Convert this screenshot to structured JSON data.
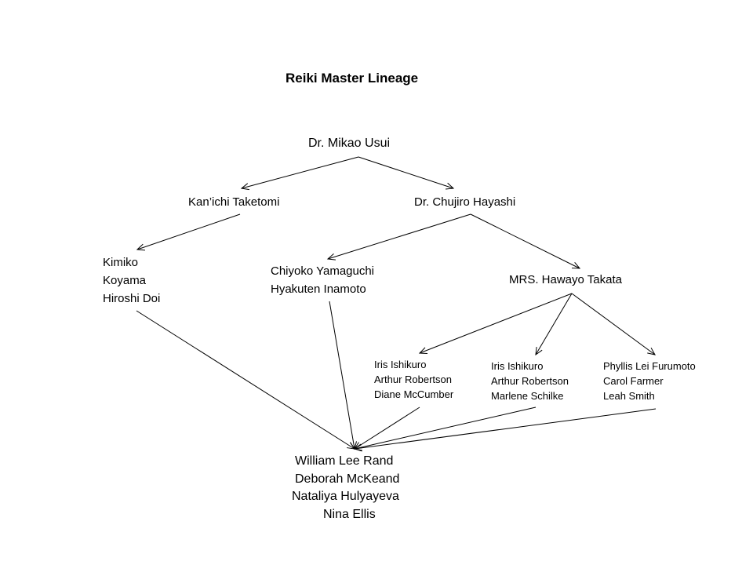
{
  "title": "Reiki Master Lineage",
  "nodes": {
    "usui": [
      "Dr. Mikao Usui"
    ],
    "taketomi": [
      "Kan’ichi Taketomi"
    ],
    "hayashi": [
      "Dr. Chujiro Hayashi"
    ],
    "koyama_group": [
      "Kimiko",
      "Koyama",
      "Hiroshi Doi"
    ],
    "yamaguchi_group": [
      "Chiyoko Yamaguchi",
      "Hyakuten Inamoto"
    ],
    "takata": [
      "MRS. Hawayo Takata"
    ],
    "group_a": [
      "Iris Ishikuro",
      "Arthur  Robertson",
      "Diane McCumber"
    ],
    "group_b": [
      "Iris Ishikuro",
      "Arthur  Robertson",
      "Marlene Schilke"
    ],
    "group_c": [
      "Phyllis Lei Furumoto",
      "Carol Farmer",
      "Leah Smith"
    ],
    "bottom": [
      "William Lee Rand",
      "Deborah McKeand",
      "Nataliya Hulyayeva",
      "Nina Ellis"
    ]
  },
  "edges": [
    {
      "from": "usui",
      "to": "taketomi"
    },
    {
      "from": "usui",
      "to": "hayashi"
    },
    {
      "from": "taketomi",
      "to": "koyama_group"
    },
    {
      "from": "hayashi",
      "to": "yamaguchi_group"
    },
    {
      "from": "hayashi",
      "to": "takata"
    },
    {
      "from": "takata",
      "to": "group_a"
    },
    {
      "from": "takata",
      "to": "group_b"
    },
    {
      "from": "takata",
      "to": "group_c"
    },
    {
      "from": "koyama_group",
      "to": "bottom"
    },
    {
      "from": "yamaguchi_group",
      "to": "bottom"
    },
    {
      "from": "group_a",
      "to": "bottom"
    },
    {
      "from": "group_b",
      "to": "bottom"
    },
    {
      "from": "group_c",
      "to": "bottom"
    }
  ],
  "colors": {
    "background": "#ffffff",
    "text": "#000000",
    "line": "#000000"
  }
}
